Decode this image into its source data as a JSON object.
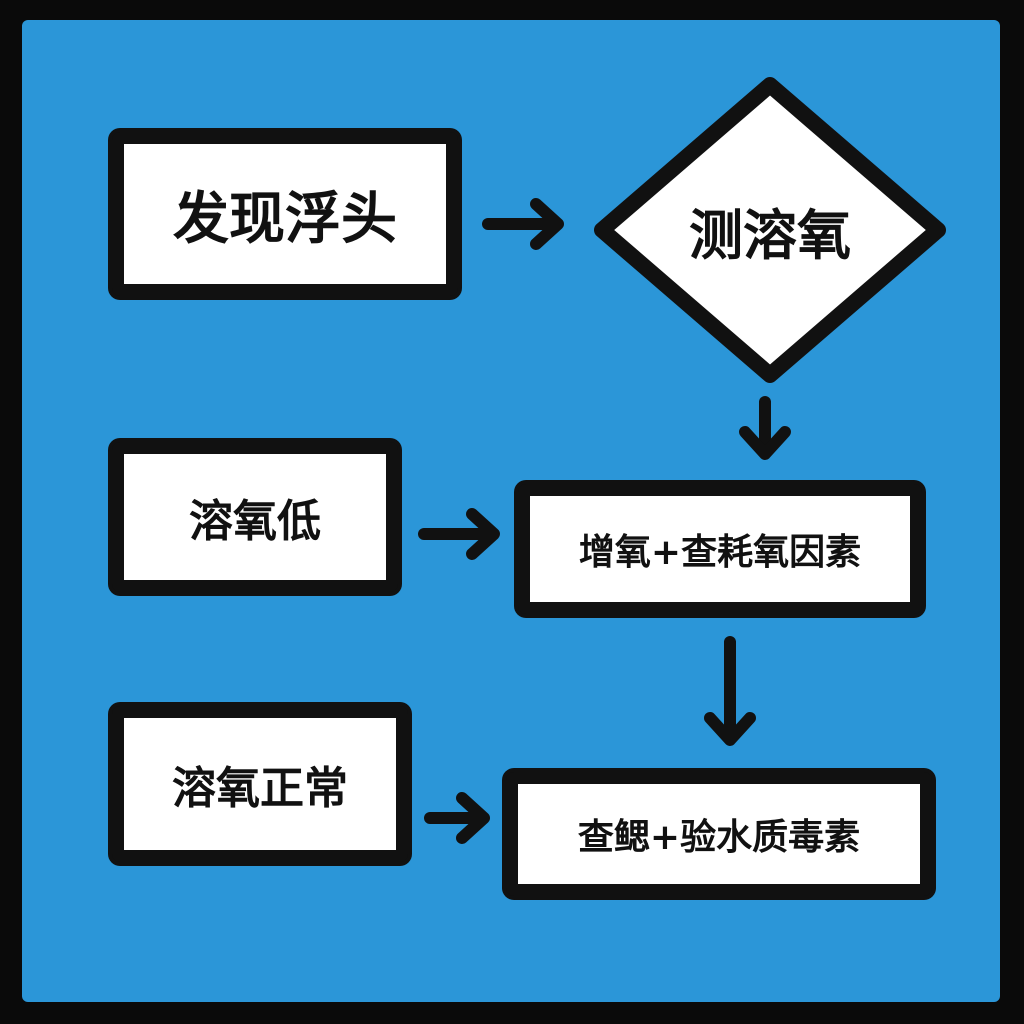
{
  "diagram": {
    "background_color": "#2b96d8",
    "border_color": "#111111",
    "box_color": "#ffffff",
    "nodes": {
      "find_floating_head": "发现浮头",
      "measure_do": "测溶氧",
      "do_low": "溶氧低",
      "aerate_check": "增氧+查耗氧因素",
      "do_normal": "溶氧正常",
      "check_gills": "查鳃+验水质毒素"
    },
    "edges": [
      {
        "from": "find_floating_head",
        "to": "measure_do"
      },
      {
        "from": "measure_do",
        "to": "aerate_check"
      },
      {
        "from": "do_low",
        "to": "aerate_check"
      },
      {
        "from": "aerate_check",
        "to": "check_gills"
      },
      {
        "from": "do_normal",
        "to": "check_gills"
      }
    ]
  }
}
